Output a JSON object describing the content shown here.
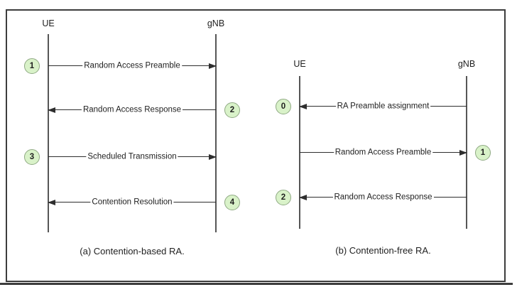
{
  "figure": {
    "colors": {
      "badge-fill": "#d9f2c9",
      "badge-border": "#8fa983",
      "wire": "#2e2e2e",
      "lifeline": "#565656",
      "frame-border": "#3d3d3d",
      "text": "#1f1f1f"
    }
  },
  "diagrams": [
    {
      "caption": "(a) Contention-based RA.",
      "actors": [
        "UE",
        "gNB"
      ],
      "messages": [
        {
          "step": "1",
          "label": "Random Access Preamble",
          "from": "UE",
          "to": "gNB"
        },
        {
          "step": "2",
          "label": "Random Access Response",
          "from": "gNB",
          "to": "UE"
        },
        {
          "step": "3",
          "label": "Scheduled Transmission",
          "from": "UE",
          "to": "gNB"
        },
        {
          "step": "4",
          "label": "Contention Resolution",
          "from": "gNB",
          "to": "UE"
        }
      ]
    },
    {
      "caption": "(b) Contention-free RA.",
      "actors": [
        "UE",
        "gNB"
      ],
      "messages": [
        {
          "step": "0",
          "label": "RA Preamble assignment",
          "from": "gNB",
          "to": "UE"
        },
        {
          "step": "1",
          "label": "Random Access Preamble",
          "from": "UE",
          "to": "gNB"
        },
        {
          "step": "2",
          "label": "Random Access Response",
          "from": "gNB",
          "to": "UE"
        }
      ]
    }
  ]
}
